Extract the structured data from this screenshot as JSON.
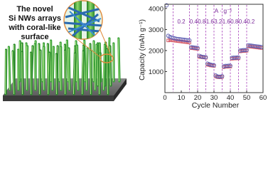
{
  "illustration": {
    "caption_lines": [
      "The novel",
      "Si NWs arrays",
      "with coral-like",
      "surface"
    ]
  },
  "chart_data": {
    "type": "scatter",
    "xlabel": "Cycle Number",
    "ylabel": "Capacity (mAh g⁻¹)",
    "xlim": [
      0,
      60
    ],
    "ylim": [
      0,
      4200
    ],
    "xticks": [
      0,
      10,
      20,
      30,
      40,
      50,
      60
    ],
    "yticks": [
      1000,
      2000,
      3000,
      4000
    ],
    "rate_unit": "A · g⁻¹",
    "rate_boundaries": [
      5,
      15,
      20,
      25,
      30,
      35,
      40,
      45,
      50
    ],
    "rate_labels": [
      {
        "text": "0.2",
        "x": 10
      },
      {
        "text": "0.4",
        "x": 17.5
      },
      {
        "text": "0.8",
        "x": 22.5
      },
      {
        "text": "1.6",
        "x": 27.5
      },
      {
        "text": "3.2",
        "x": 32.5
      },
      {
        "text": "1.6",
        "x": 37.5
      },
      {
        "text": "0.8",
        "x": 42.5
      },
      {
        "text": "0.4",
        "x": 47.5
      },
      {
        "text": "0.2",
        "x": 52.5
      }
    ],
    "series": [
      {
        "marker": "circle",
        "color": "#5a5ab0",
        "x": [
          1,
          2,
          3,
          4,
          5,
          6,
          7,
          8,
          9,
          10,
          11,
          12,
          13,
          14,
          15,
          16,
          17,
          18,
          19,
          20,
          21,
          22,
          23,
          24,
          25,
          26,
          27,
          28,
          29,
          30,
          31,
          32,
          33,
          34,
          35,
          36,
          37,
          38,
          39,
          40,
          41,
          42,
          43,
          44,
          45,
          46,
          47,
          48,
          49,
          50,
          51,
          52,
          53,
          54,
          55,
          56,
          57,
          58,
          59
        ],
        "values": [
          4150,
          2700,
          2650,
          2620,
          2600,
          2580,
          2560,
          2550,
          2540,
          2530,
          2520,
          2510,
          2500,
          2490,
          2480,
          2160,
          2150,
          2140,
          2130,
          2120,
          1750,
          1720,
          1700,
          1690,
          1680,
          1380,
          1350,
          1330,
          1310,
          1300,
          820,
          770,
          760,
          760,
          780,
          1250,
          1270,
          1270,
          1280,
          1280,
          1650,
          1660,
          1660,
          1670,
          1670,
          2000,
          2010,
          2020,
          2020,
          2030,
          2250,
          2240,
          2230,
          2220,
          2210,
          2200,
          2190,
          2180,
          2170
        ]
      },
      {
        "marker": "square",
        "color": "#d45a66",
        "x": [
          2,
          3,
          4,
          5,
          6,
          7,
          8,
          9,
          10,
          11,
          12,
          13,
          14,
          15,
          16,
          17,
          18,
          19,
          20,
          21,
          22,
          23,
          24,
          25,
          26,
          27,
          28,
          29,
          30,
          31,
          32,
          33,
          34,
          35,
          36,
          37,
          38,
          39,
          40,
          41,
          42,
          43,
          44,
          45,
          46,
          47,
          48,
          49,
          50,
          51,
          52,
          53,
          54,
          55,
          56,
          57,
          58,
          59
        ],
        "values": [
          2480,
          2500,
          2490,
          2480,
          2470,
          2460,
          2450,
          2440,
          2430,
          2420,
          2410,
          2400,
          2390,
          2380,
          2120,
          2110,
          2100,
          2090,
          2080,
          1700,
          1690,
          1680,
          1670,
          1660,
          1330,
          1310,
          1290,
          1280,
          1270,
          780,
          740,
          730,
          730,
          750,
          1210,
          1230,
          1230,
          1240,
          1240,
          1610,
          1620,
          1620,
          1630,
          1630,
          1960,
          1970,
          1980,
          1980,
          1990,
          2200,
          2190,
          2180,
          2170,
          2160,
          2150,
          2140,
          2130,
          2120
        ]
      }
    ]
  }
}
